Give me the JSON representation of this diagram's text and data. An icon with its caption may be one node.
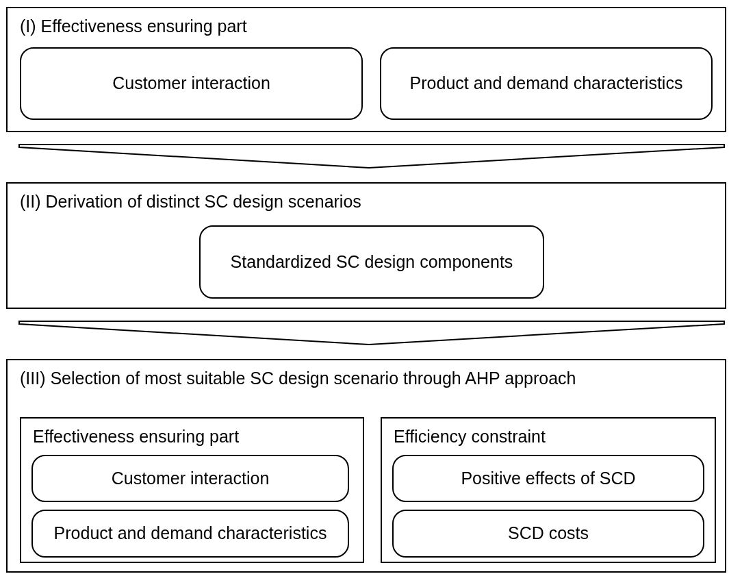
{
  "diagram": {
    "nodes": [
      {
        "text": [
          "(I) Effectiveness ensuring part"
        ]
      },
      {
        "text": [
          "Customer interaction"
        ],
        "in": 0
      },
      {
        "text": [
          "Product and demand characteristics"
        ],
        "in": 0
      },
      {
        "text": [
          "(II) Derivation of distinct SC design scenarios"
        ]
      },
      {
        "text": [
          "Standardized SC design components"
        ],
        "in": 3
      },
      {
        "text": [
          "(III) Selection of most suitable SC design scenario through AHP approach"
        ]
      },
      {
        "text": [
          "Effectiveness ensuring part"
        ],
        "in": 5
      },
      {
        "text": [
          "Customer interaction"
        ],
        "in": 6
      },
      {
        "text": [
          "Product and demand characteristics"
        ],
        "in": 6
      },
      {
        "text": [
          "Efficiency constraint"
        ],
        "in": 5
      },
      {
        "text": [
          "Positive effects of SCD"
        ],
        "in": 9
      },
      {
        "text": [
          "SCD costs"
        ],
        "in": 9
      }
    ],
    "edges": [
      {
        "from": 0,
        "to": 3,
        "arrow": "to"
      },
      {
        "from": 3,
        "to": 5,
        "arrow": "to"
      }
    ]
  }
}
